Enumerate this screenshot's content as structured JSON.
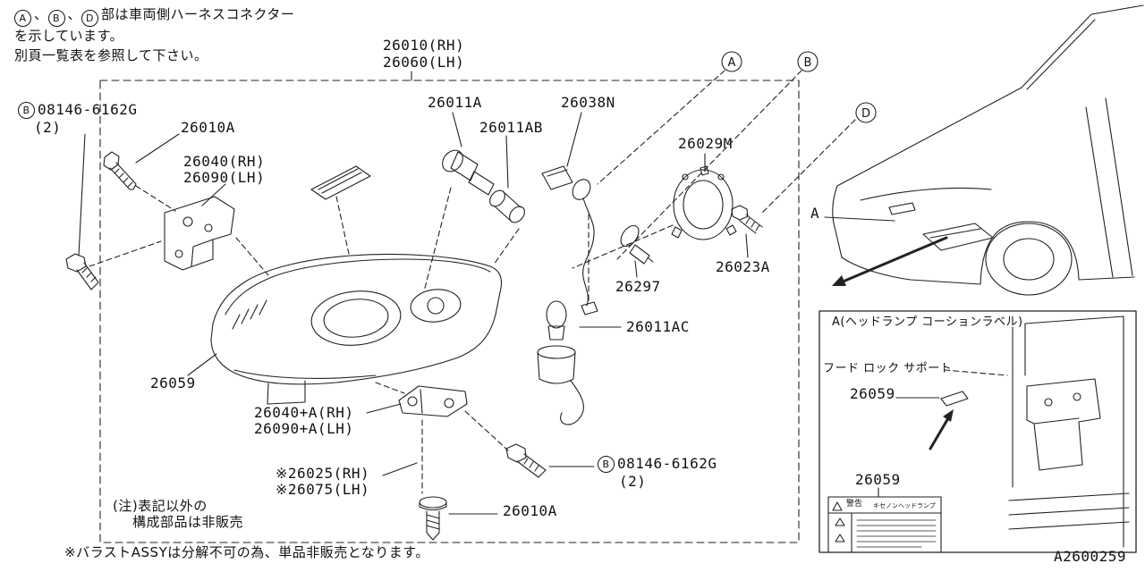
{
  "page": {
    "background": "#ffffff",
    "line_color": "#222222",
    "diagram_code": "A2600259"
  },
  "top_note": {
    "letters": [
      "A",
      "B",
      "D"
    ],
    "sep1": "、",
    "sep2": "、",
    "line1_text": "部は車両側ハーネスコネクター",
    "line2": "を示しています。",
    "line3": "別頁一覧表を参照して下さい。"
  },
  "main_labels": {
    "assy_rh": "26010(RH)",
    "assy_lh": "26060(LH)",
    "bolt_top": {
      "circle": "B",
      "number": "08146-6162G",
      "qty": "(2)"
    },
    "screw_top": "26010A",
    "bracket_rh": "26040(RH)",
    "bracket_lh": "26090(LH)",
    "bulb_main": "26011A",
    "bulb_holder": "26011AB",
    "socket": "26038N",
    "retaining_ring": "26029M",
    "ring_screw": "26023A",
    "bulb_turn": "26297",
    "bulb_clearance": "26011AC",
    "caution_label": "26059",
    "bracket_lower_rh": "26040+A(RH)",
    "bracket_lower_lh": "26090+A(LH)",
    "lamp_unit_rh": "※26025(RH)",
    "lamp_unit_lh": "※26075(LH)",
    "bolt_bottom": {
      "circle": "B",
      "number": "08146-6162G",
      "qty": "(2)"
    },
    "screw_bottom": "26010A"
  },
  "connector_markers": {
    "a": "A",
    "b": "B",
    "d": "D"
  },
  "car_view": {
    "pointer_label": "A"
  },
  "detail_box": {
    "title": "A(ヘッドランプ コーションラベル)",
    "hood_lock": "フード ロック サポート",
    "part_no": "26059",
    "label_part_no": "26059",
    "warning_title": "警告",
    "warning_subtitle": "キセノンヘッドランプ"
  },
  "bottom_notes": {
    "note_line1": "(注)表記以外の",
    "note_line2": "構成部品は非販売",
    "ballast": "※バラストASSYは分解不可の為、単品非販売となります。"
  }
}
